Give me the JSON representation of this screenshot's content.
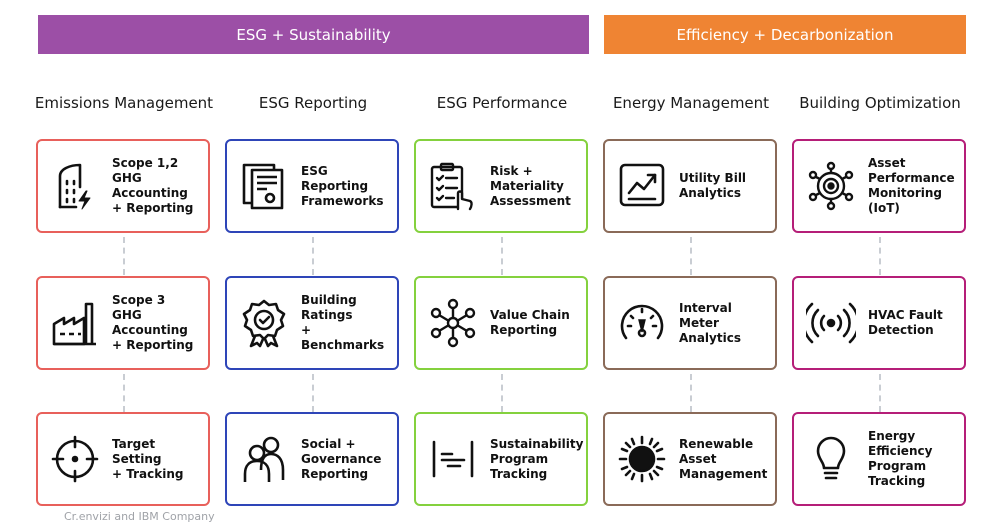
{
  "banners": {
    "esg": "ESG + Sustainability",
    "efficiency": "Efficiency + Decarbonization"
  },
  "columns": [
    {
      "title": "Emissions Management",
      "cards": [
        {
          "label": "Scope 1,2\nGHG Accounting\n+ Reporting",
          "icon": "building-lightning-icon"
        },
        {
          "label": "Scope 3\nGHG Accounting\n+ Reporting",
          "icon": "factory-icon"
        },
        {
          "label": "Target Setting\n+ Tracking",
          "icon": "target-crosshair-icon"
        }
      ]
    },
    {
      "title": "ESG Reporting",
      "cards": [
        {
          "label": "ESG Reporting\nFrameworks",
          "icon": "document-stack-icon"
        },
        {
          "label": "Building Ratings\n+ Benchmarks",
          "icon": "award-badge-icon"
        },
        {
          "label": "Social +\nGovernance\nReporting",
          "icon": "people-icon"
        }
      ]
    },
    {
      "title": "ESG Performance",
      "cards": [
        {
          "label": "Risk +\nMateriality\nAssessment",
          "icon": "clipboard-checklist-icon"
        },
        {
          "label": "Value Chain\nReporting",
          "icon": "network-nodes-icon"
        },
        {
          "label": "Sustainability\nProgram Tracking",
          "icon": "timeline-bars-icon"
        }
      ]
    },
    {
      "title": "Energy Management",
      "cards": [
        {
          "label": "Utility Bill\nAnalytics",
          "icon": "trend-chart-icon"
        },
        {
          "label": "Interval Meter\nAnalytics",
          "icon": "gauge-icon"
        },
        {
          "label": "Renewable Asset\nManagement",
          "icon": "sun-icon"
        }
      ]
    },
    {
      "title": "Building Optimization",
      "cards": [
        {
          "label": "Asset\nPerformance\nMonitoring (IoT)",
          "icon": "iot-hub-icon"
        },
        {
          "label": "HVAC Fault\nDetection",
          "icon": "signal-broadcast-icon"
        },
        {
          "label": "Energy Efficiency\nProgram Tracking",
          "icon": "lightbulb-icon"
        }
      ]
    }
  ],
  "colors": {
    "esg_banner": "#9c4fa6",
    "efficiency_banner": "#ef8433",
    "emissions": "#e8605b",
    "reporting": "#2e45b8",
    "performance": "#84d13e",
    "energy": "#8a6a58",
    "optimization": "#b51e78"
  },
  "credit": "Cr.envizi and IBM Company"
}
